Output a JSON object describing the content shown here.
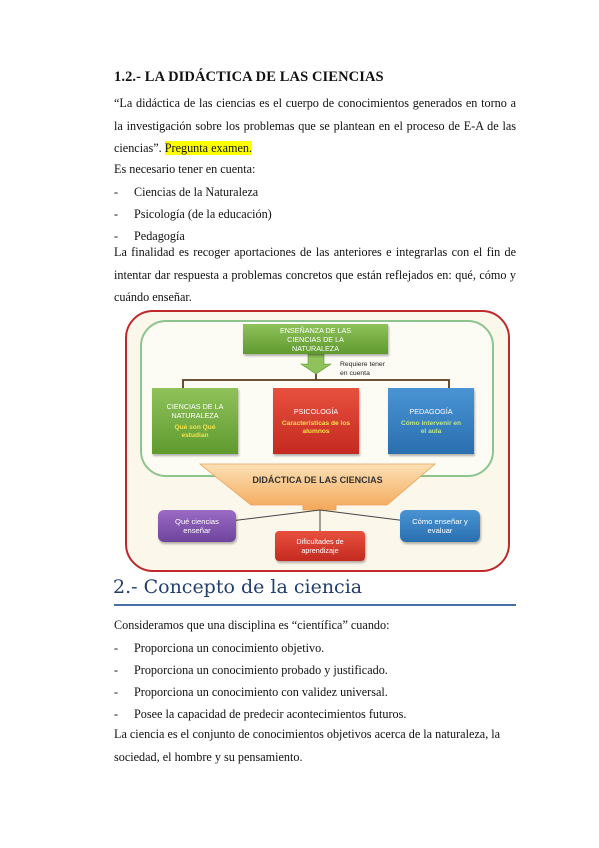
{
  "section_1": {
    "heading": "1.2.- LA DIDÁCTICA DE LAS CIENCIAS",
    "definition": "“La didáctica de las ciencias es el cuerpo de conocimientos generados en torno a la investigación sobre los problemas que se plantean en el proceso de E-A de las ciencias”.",
    "highlight": "Pregunta examen.",
    "intro": "Es necesario tener en cuenta:",
    "list": [
      "Ciencias de la Naturaleza",
      "Psicología (de la educación)",
      "Pedagogía"
    ],
    "conclusion": "La finalidad es recoger aportaciones de las anteriores e integrarlas con el fin de intentar dar respuesta a problemas concretos que están reflejados en: qué, cómo y cuándo enseñar."
  },
  "diagram": {
    "top_box": "ENSEÑANZA DE LAS CIENCIAS DE LA NATURALEZA",
    "requirement_label": "Requiere tener en cuenta",
    "boxes": [
      {
        "title": "CIENCIAS DE LA NATURALEZA",
        "subtitle": "Qué son Qué estudian",
        "subtitle_color": "#f3e24a"
      },
      {
        "title": "PSICOLOGÍA",
        "subtitle": "Características de los alumnos",
        "subtitle_color": "#f3e24a"
      },
      {
        "title": "PEDAGOGÍA",
        "subtitle": "Cómo intervenir en el aula",
        "subtitle_color": "#bfe58a"
      }
    ],
    "didactica_label": "DIDÁCTICA DE LAS CIENCIAS",
    "outputs": [
      "Qué ciencias enseñar",
      "Dificultades de aprendizaje",
      "Cómo enseñar y evaluar"
    ],
    "colors": {
      "outer_border": "#c0282a",
      "inner_border": "#8dc48e",
      "arrow": "#f7b86e"
    }
  },
  "section_2": {
    "heading": "2.- Concepto de la ciencia",
    "intro": "Consideramos que una disciplina es “científica” cuando:",
    "list": [
      "Proporciona un conocimiento objetivo.",
      "Proporciona un conocimiento probado y justificado.",
      "Proporciona un conocimiento con validez universal.",
      "Posee la capacidad de predecir acontecimientos futuros."
    ],
    "conclusion": "La ciencia es el conjunto de conocimientos objetivos acerca de la naturaleza, la sociedad, el hombre y su pensamiento."
  }
}
